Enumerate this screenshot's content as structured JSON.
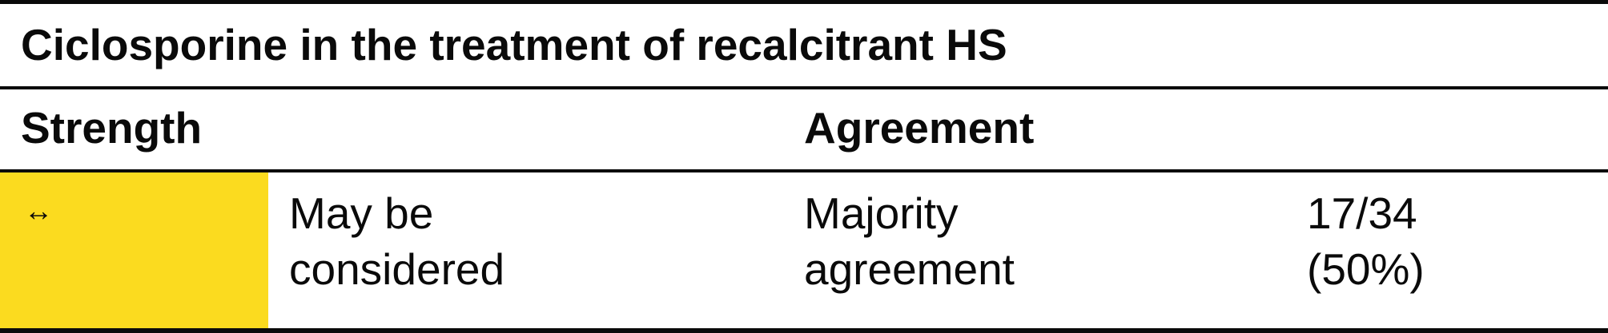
{
  "table": {
    "title": "Ciclosporine in the treatment of recalcitrant HS",
    "headers": {
      "strength": "Strength",
      "agreement": "Agreement"
    },
    "row": {
      "strength_icon": "left-right-arrow-icon",
      "strength_symbol": "↔",
      "strength_color": "#fbdb1f",
      "recommendation_line1": "May be",
      "recommendation_line2": "considered",
      "agreement_line1": "Majority",
      "agreement_line2": "agreement",
      "ratio_line1": "17/34",
      "ratio_line2": "(50%)"
    }
  }
}
